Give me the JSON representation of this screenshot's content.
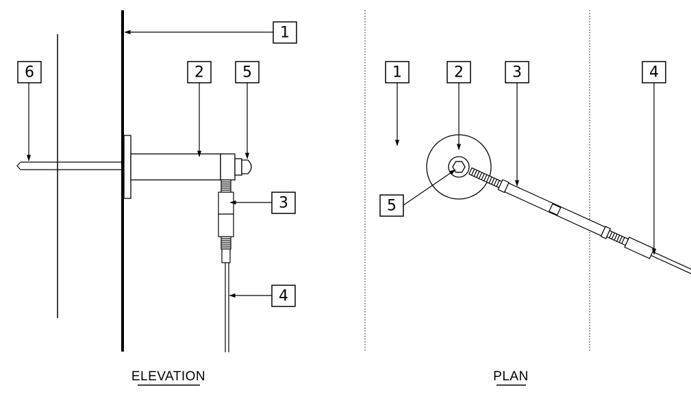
{
  "elevation": {
    "title": "ELEVATION",
    "tags": {
      "t1": "1",
      "t2": "2",
      "t3": "3",
      "t4": "4",
      "t5": "5",
      "t6": "6"
    }
  },
  "plan": {
    "title": "PLAN",
    "tags": {
      "t1": "1",
      "t2": "2",
      "t3": "3",
      "t4": "4",
      "t5": "5"
    }
  }
}
